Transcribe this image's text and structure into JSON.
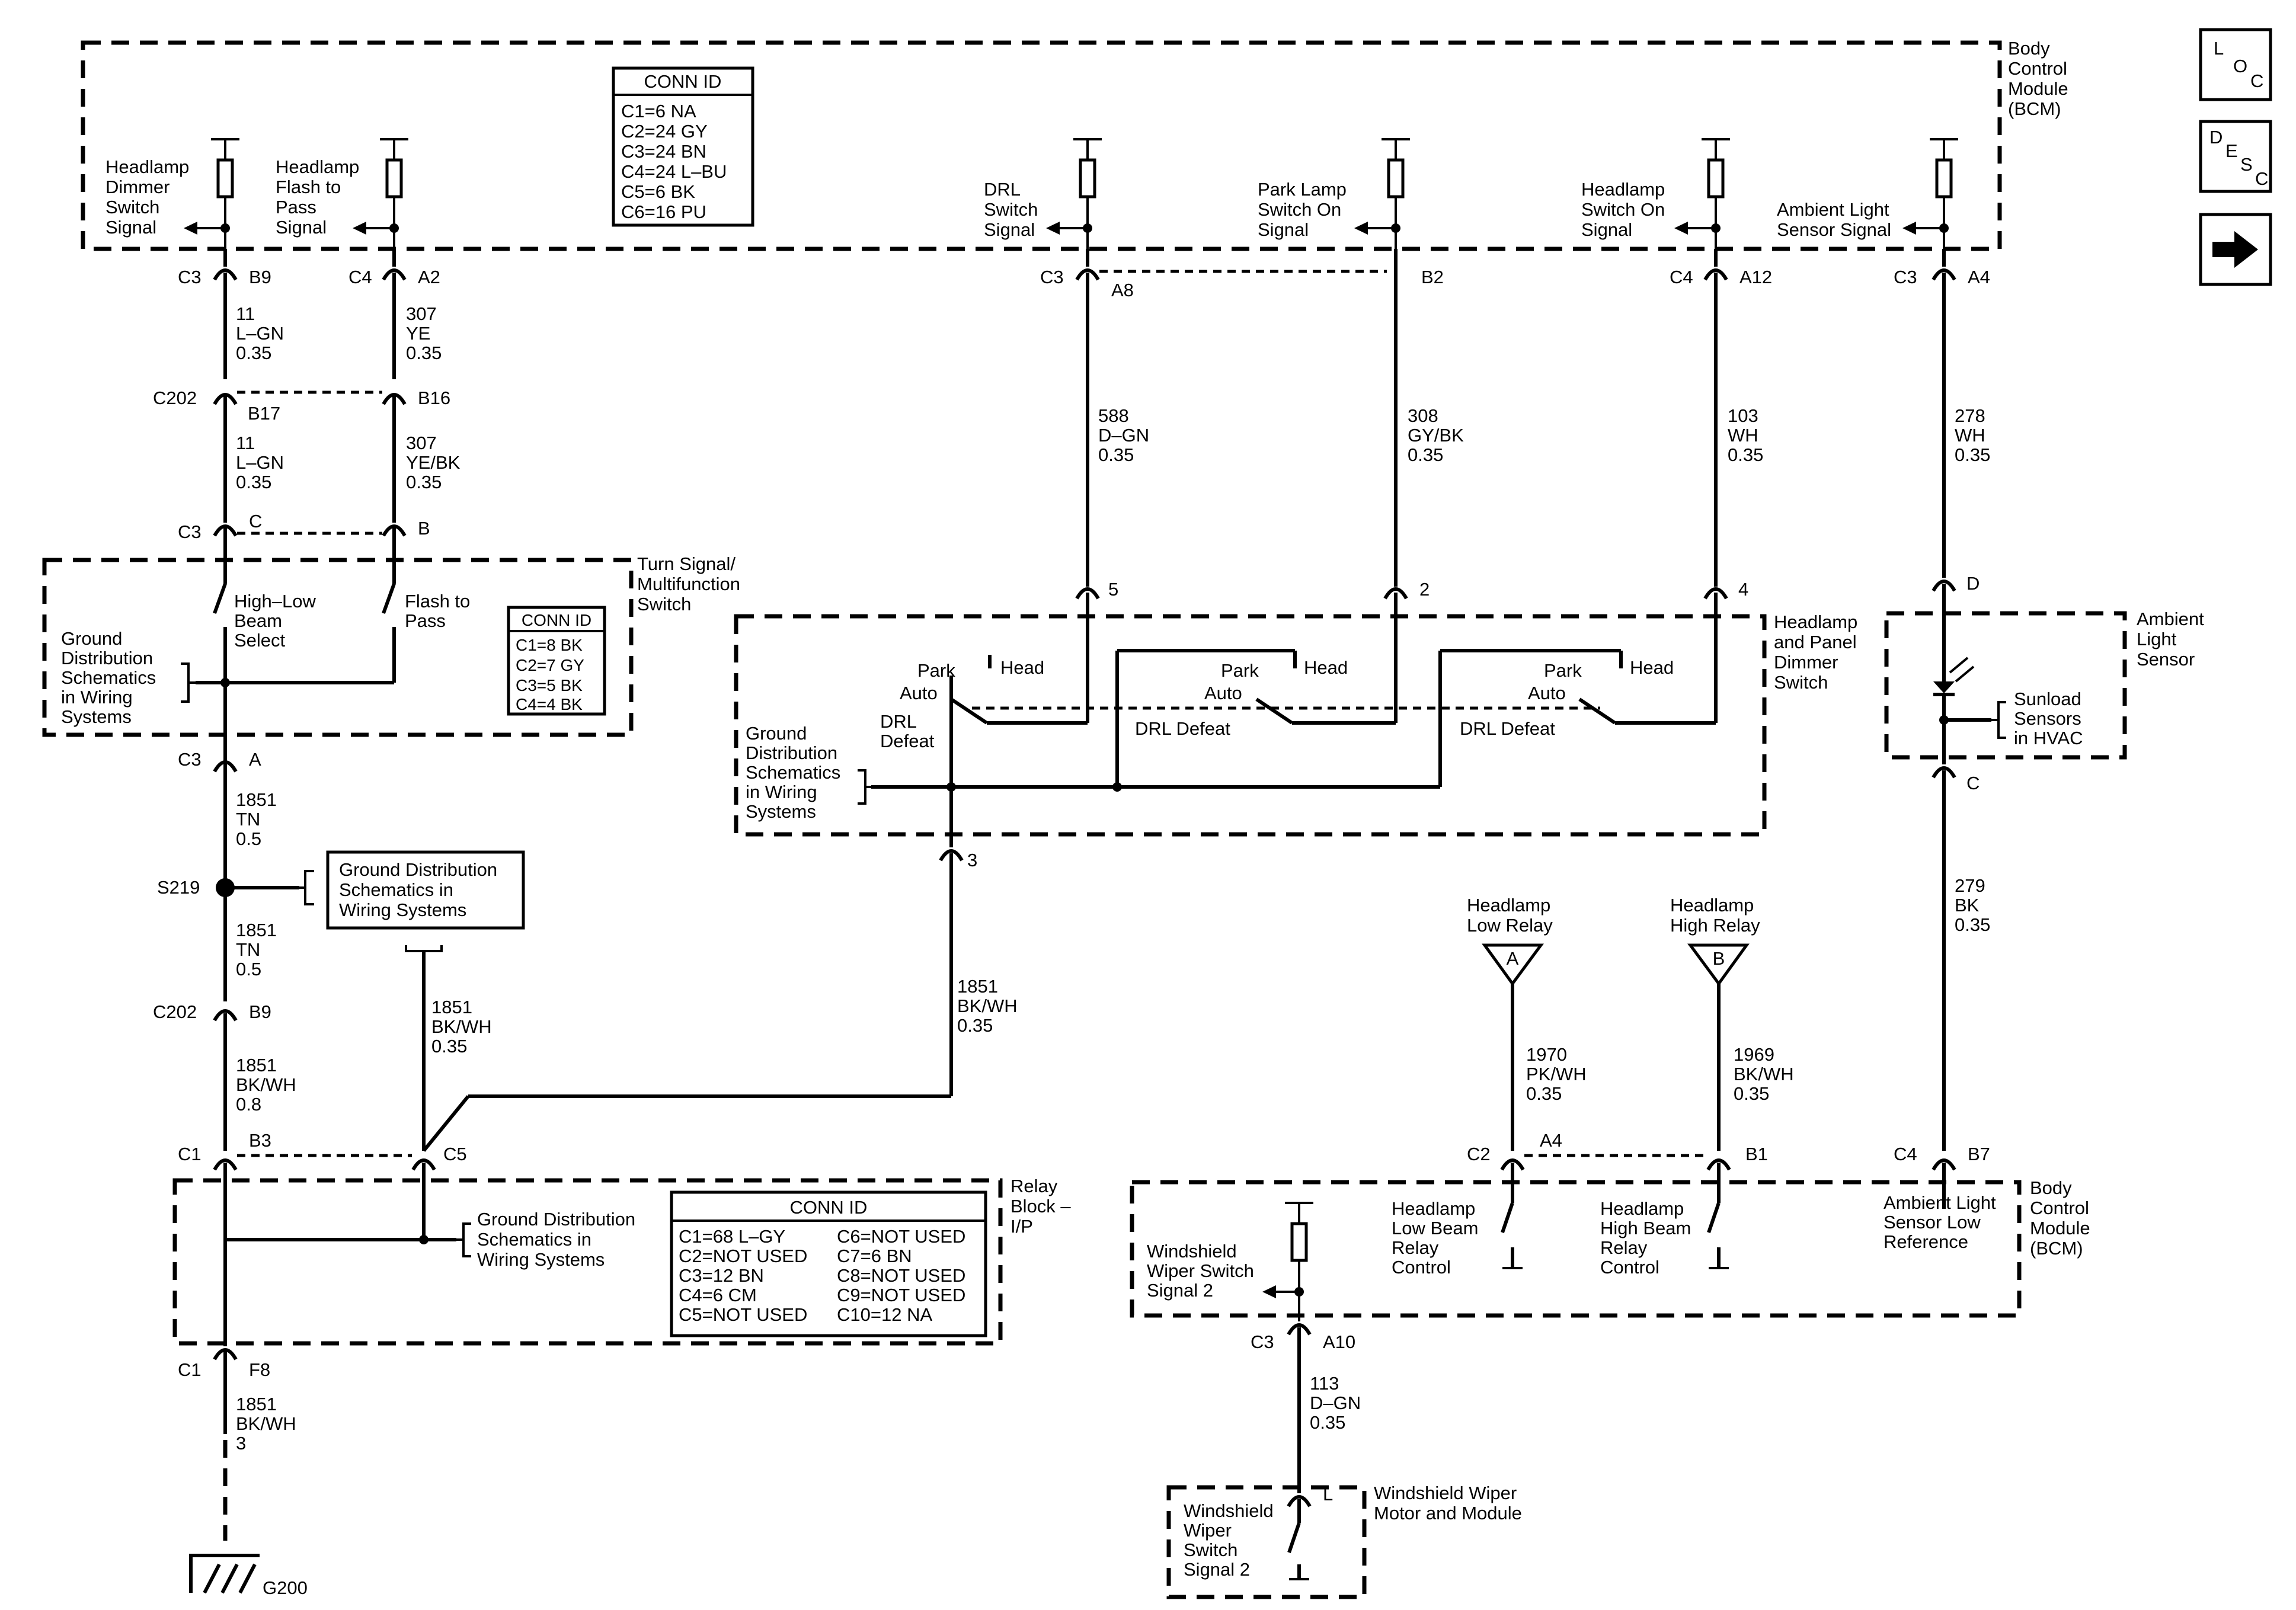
{
  "modules": {
    "bcm_top": [
      "Body",
      "Control",
      "Module",
      "(BCM)"
    ],
    "bcm_bottom": [
      "Body",
      "Control",
      "Module",
      "(BCM)"
    ],
    "turn_signal": [
      "Turn Signal/",
      "Multifunction",
      "Switch"
    ],
    "headlamp_dimmer": [
      "Headlamp",
      "and Panel",
      "Dimmer",
      "Switch"
    ],
    "ambient_sensor": [
      "Ambient",
      "Light",
      "Sensor"
    ],
    "relay_block": [
      "Relay",
      "Block –",
      "I/P"
    ],
    "wiper_motor": [
      "Windshield Wiper",
      "Motor and Module"
    ]
  },
  "conn_id_bcm": {
    "title": "CONN ID",
    "rows": [
      "C1=6 NA",
      "C2=24 GY",
      "C3=24 BN",
      "C4=24 L–BU",
      "C5=6 BK",
      "C6=16 PU"
    ]
  },
  "conn_id_turn": {
    "title": "CONN ID",
    "rows": [
      "C1=8 BK",
      "C2=7 GY",
      "C3=5 BK",
      "C4=4 BK"
    ]
  },
  "conn_id_relay": {
    "title": "CONN ID",
    "left": [
      "C1=68 L–GY",
      "C2=NOT USED",
      "C3=12 BN",
      "C4=6 CM",
      "C5=NOT USED"
    ],
    "right": [
      "C6=NOT USED",
      "C7=6 BN",
      "C8=NOT USED",
      "C9=NOT USED",
      "C10=12 NA"
    ]
  },
  "signals": {
    "dimmer": [
      "Headlamp",
      "Dimmer",
      "Switch",
      "Signal"
    ],
    "flash": [
      "Headlamp",
      "Flash to",
      "Pass",
      "Signal"
    ],
    "drl": [
      "DRL",
      "Switch",
      "Signal"
    ],
    "park": [
      "Park Lamp",
      "Switch On",
      "Signal"
    ],
    "hl_on": [
      "Headlamp",
      "Switch On",
      "Signal"
    ],
    "ambient": [
      "Ambient Light",
      "Sensor Signal"
    ],
    "low_relay_ctrl": [
      "Headlamp",
      "Low Beam",
      "Relay",
      "Control"
    ],
    "high_relay_ctrl": [
      "Headlamp",
      "High Beam",
      "Relay",
      "Control"
    ],
    "ambient_low": [
      "Ambient Light",
      "Sensor Low",
      "Reference"
    ],
    "wiper_sig": [
      "Windshield",
      "Wiper Switch",
      "Signal 2"
    ],
    "wiper_mod": [
      "Windshield",
      "Wiper",
      "Switch",
      "Signal 2"
    ]
  },
  "switches": {
    "high_low": [
      "High–Low",
      "Beam",
      "Select"
    ],
    "flash_pass": [
      "Flash to",
      "Pass"
    ],
    "park": "Park",
    "head": "Head",
    "auto": "Auto",
    "drl_defeat": [
      "DRL",
      "Defeat"
    ],
    "drl_defeat_inline": "DRL Defeat",
    "sunload": [
      "Sunload",
      "Sensors",
      "in HVAC"
    ]
  },
  "ground_refs": {
    "turn": [
      "Ground",
      "Distribution",
      "Schematics",
      "in Wiring",
      "Systems"
    ],
    "dimmer": [
      "Ground",
      "Distribution",
      "Schematics",
      "in Wiring",
      "Systems"
    ],
    "s219": [
      "Ground Distribution",
      "Schematics in",
      "Wiring Systems"
    ],
    "relay": [
      "Ground Distribution",
      "Schematics in",
      "Wiring Systems"
    ]
  },
  "relays": {
    "low": {
      "name": [
        "Headlamp",
        "Low Relay"
      ],
      "tag": "A"
    },
    "high": {
      "name": [
        "Headlamp",
        "High Relay"
      ],
      "tag": "B"
    }
  },
  "connectors": {
    "c3_b9": [
      "C3",
      "B9"
    ],
    "c4_a2": [
      "C4",
      "A2"
    ],
    "c202_b17": [
      "C202",
      "B17"
    ],
    "b16": "B16",
    "c3_c": [
      "C3",
      "C"
    ],
    "b": "B",
    "c3_a": [
      "C3",
      "A"
    ],
    "c202_b9": [
      "C202",
      "B9"
    ],
    "c1_b3": [
      "C1",
      "B3"
    ],
    "c5": "C5",
    "c1_f8": [
      "C1",
      "F8"
    ],
    "c3_a8": [
      "C3",
      "A8"
    ],
    "b2": "B2",
    "c4_a12": [
      "C4",
      "A12"
    ],
    "c3_a4": [
      "C3",
      "A4"
    ],
    "p5": "5",
    "p2": "2",
    "p4": "4",
    "p3": "3",
    "d": "D",
    "c": "C",
    "c2_a4": [
      "C2",
      "A4"
    ],
    "b1": "B1",
    "c4_b7": [
      "C4",
      "B7"
    ],
    "c3_a10": [
      "C3",
      "A10"
    ],
    "l": "L",
    "s219": "S219",
    "g200": "G200"
  },
  "wires": {
    "w11a": [
      "11",
      "L–GN",
      "0.35"
    ],
    "w307a": [
      "307",
      "YE",
      "0.35"
    ],
    "w11b": [
      "11",
      "L–GN",
      "0.35"
    ],
    "w307b": [
      "307",
      "YE/BK",
      "0.35"
    ],
    "w1851a": [
      "1851",
      "TN",
      "0.5"
    ],
    "w1851b": [
      "1851",
      "TN",
      "0.5"
    ],
    "w1851c": [
      "1851",
      "BK/WH",
      "0.8"
    ],
    "w1851d": [
      "1851",
      "BK/WH",
      "0.35"
    ],
    "w1851e": [
      "1851",
      "BK/WH",
      "0.35"
    ],
    "w1851f": [
      "1851",
      "BK/WH",
      "3"
    ],
    "w588": [
      "588",
      "D–GN",
      "0.35"
    ],
    "w308": [
      "308",
      "GY/BK",
      "0.35"
    ],
    "w103": [
      "103",
      "WH",
      "0.35"
    ],
    "w278": [
      "278",
      "WH",
      "0.35"
    ],
    "w279": [
      "279",
      "BK",
      "0.35"
    ],
    "w1970": [
      "1970",
      "PK/WH",
      "0.35"
    ],
    "w1969": [
      "1969",
      "BK/WH",
      "0.35"
    ],
    "w113": [
      "113",
      "D–GN",
      "0.35"
    ]
  },
  "nav": {
    "loc": [
      "L",
      "O",
      "C"
    ],
    "desc": [
      "D",
      "E",
      "S",
      "C"
    ],
    "next_icon": "right-arrow-icon"
  }
}
